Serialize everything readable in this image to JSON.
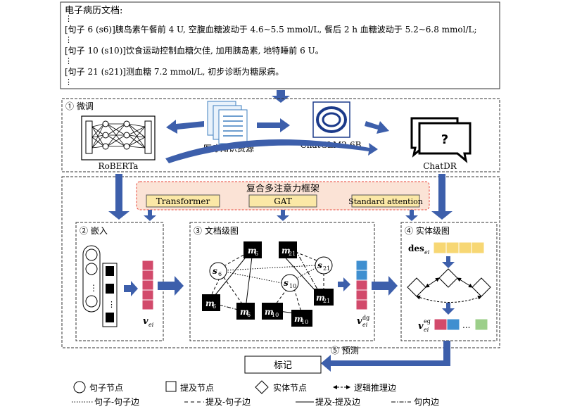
{
  "record": {
    "title": "电子病历文档:",
    "lines": [
      "[句子 6 (s6)]胰岛素午餐前 4 U, 空腹血糖波动于 4.6~5.5 mmol/L, 餐后 2 h 血糖波动于 5.2~6.8 mmol/L;",
      "[句子 10 (s10)]饮食运动控制血糖欠佳, 加用胰岛素, 地特睡前 6 U。",
      "[句子 21 (s21)]测血糖 7.2 mmol/L, 初步诊断为糖尿病。"
    ]
  },
  "finetune": {
    "title": "① 微调",
    "roberta": "RoBERTa",
    "resource": "医疗知识资源",
    "chatglm": "ChatGLM2-6B",
    "chatdr": "ChatDR",
    "bubble_mark": "?"
  },
  "framework": {
    "title": "复合多注意力框架",
    "modules": [
      "Transformer",
      "GAT",
      "Standard attention"
    ]
  },
  "embed": {
    "title": "② 嵌入",
    "vec": "v",
    "vec_sub": "ei"
  },
  "docgraph": {
    "title": "③ 文档级图",
    "sentence_nodes": [
      {
        "id": "s6",
        "label": "s",
        "sub": "6"
      },
      {
        "id": "s10",
        "label": "s",
        "sub": "10"
      },
      {
        "id": "s21",
        "label": "s",
        "sub": "21"
      }
    ],
    "mention_nodes": [
      {
        "id": "m6a",
        "label": "m",
        "sub": "6"
      },
      {
        "id": "m21a",
        "label": "m",
        "sub": "21"
      },
      {
        "id": "m6b",
        "label": "m",
        "sub": "6"
      },
      {
        "id": "m6c",
        "label": "m",
        "sub": "6"
      },
      {
        "id": "m10a",
        "label": "m",
        "sub": "10"
      },
      {
        "id": "m10b",
        "label": "m",
        "sub": "10"
      },
      {
        "id": "m21b",
        "label": "m",
        "sub": "21"
      }
    ],
    "vec": "v",
    "vec_sup": "dg",
    "vec_sub": "ei"
  },
  "entgraph": {
    "title": "④ 实体级图",
    "des": "des",
    "des_sub": "ei",
    "vec": "v",
    "vec_sup": "eg",
    "vec_sub": "ei",
    "ellipsis": "..."
  },
  "predict": {
    "label": "⑤ 预测",
    "output": "标记"
  },
  "legend": [
    {
      "icon": "circle-icon",
      "label": "句子节点"
    },
    {
      "icon": "square-icon",
      "label": "提及节点"
    },
    {
      "icon": "diamond-icon",
      "label": "实体节点"
    },
    {
      "icon": "double-arrow-icon",
      "label": "逻辑推理边"
    },
    {
      "icon": "dotted-line-icon",
      "label": "句子-句子边"
    },
    {
      "icon": "dashed-line-icon",
      "label": "提及-句子边"
    },
    {
      "icon": "solid-line-icon",
      "label": "提及-提及边"
    },
    {
      "icon": "dashdot-line-icon",
      "label": "句内边"
    }
  ],
  "colors": {
    "arrow": "#3d5fab",
    "framework_fill": "#fbe3d6",
    "framework_border": "#e8463b",
    "module_fill": "#fbe8a6",
    "vec_pink": "#d24a6b",
    "vec_blue": "#3f8fd0",
    "vec_yellow": "#f7d774",
    "vec_green": "#9ccf8a"
  }
}
